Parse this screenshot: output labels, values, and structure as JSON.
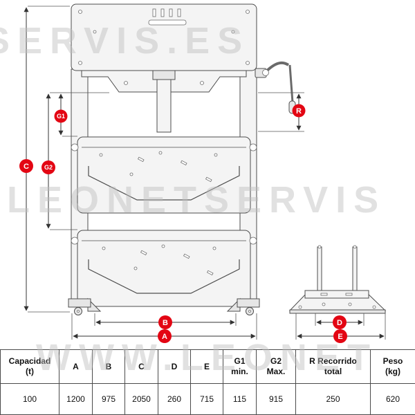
{
  "accent": "#e30613",
  "watermark": {
    "top": "SERVIS.ES",
    "middle": ".LEONETSERVIS",
    "bottom": "WWW.LEONET"
  },
  "dim_labels": {
    "A": "A",
    "B": "B",
    "C": "C",
    "D": "D",
    "E": "E",
    "G1": "G1",
    "G2": "G2",
    "R": "R"
  },
  "table": {
    "headers": [
      {
        "title": "Capacidad",
        "sub": "(t)"
      },
      {
        "title": "A",
        "sub": ""
      },
      {
        "title": "B",
        "sub": ""
      },
      {
        "title": "C",
        "sub": ""
      },
      {
        "title": "D",
        "sub": ""
      },
      {
        "title": "E",
        "sub": ""
      },
      {
        "title": "G1",
        "sub": "min."
      },
      {
        "title": "G2",
        "sub": "Max."
      },
      {
        "title": "R Recorrido",
        "sub": "total"
      },
      {
        "title": "Peso",
        "sub": "(kg)"
      }
    ],
    "values": [
      "100",
      "1200",
      "975",
      "2050",
      "260",
      "715",
      "115",
      "915",
      "250",
      "620"
    ]
  }
}
